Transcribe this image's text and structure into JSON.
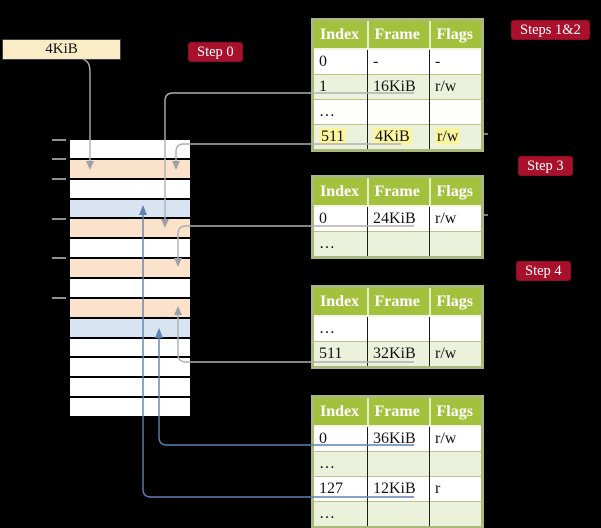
{
  "frame_size_label": "4KiB",
  "badges": {
    "step0": "Step 0",
    "steps12": "Steps 1&2",
    "step3": "Step 3",
    "step4": "Step 4"
  },
  "memory": {
    "rows": [
      {
        "row": 1,
        "color": "white"
      },
      {
        "row": 2,
        "color": "peach"
      },
      {
        "row": 3,
        "color": "white"
      },
      {
        "row": 4,
        "color": "blue"
      },
      {
        "row": 5,
        "color": "peach"
      },
      {
        "row": 6,
        "color": "white"
      },
      {
        "row": 7,
        "color": "peach"
      },
      {
        "row": 8,
        "color": "white"
      },
      {
        "row": 9,
        "color": "peach"
      },
      {
        "row": 10,
        "color": "blue"
      },
      {
        "row": 11,
        "color": "white"
      },
      {
        "row": 12,
        "color": "white"
      },
      {
        "row": 13,
        "color": "white"
      },
      {
        "row": 14,
        "color": "white"
      }
    ]
  },
  "tables": [
    {
      "id": "table-steps-1-2",
      "headers": [
        "Index",
        "Frame",
        "Flags"
      ],
      "rows": [
        {
          "index": "0",
          "frame": "-",
          "flags": "-",
          "shaded": false,
          "highlighted": false
        },
        {
          "index": "1",
          "frame": "16KiB",
          "flags": "r/w",
          "shaded": true,
          "highlighted": false
        },
        {
          "index": "…",
          "frame": "",
          "flags": "",
          "shaded": false,
          "highlighted": false
        },
        {
          "index": "511",
          "frame": "4KiB",
          "flags": "r/w",
          "shaded": true,
          "highlighted": true
        }
      ]
    },
    {
      "id": "table-step-3",
      "headers": [
        "Index",
        "Frame",
        "Flags"
      ],
      "rows": [
        {
          "index": "0",
          "frame": "24KiB",
          "flags": "r/w",
          "shaded": false,
          "highlighted": false
        },
        {
          "index": "…",
          "frame": "",
          "flags": "",
          "shaded": true,
          "highlighted": false
        }
      ]
    },
    {
      "id": "table-step-4",
      "headers": [
        "Index",
        "Frame",
        "Flags"
      ],
      "rows": [
        {
          "index": "…",
          "frame": "",
          "flags": "",
          "shaded": false,
          "highlighted": false
        },
        {
          "index": "511",
          "frame": "32KiB",
          "flags": "r/w",
          "shaded": true,
          "highlighted": false
        }
      ]
    },
    {
      "id": "table-bottom",
      "headers": [
        "Index",
        "Frame",
        "Flags"
      ],
      "rows": [
        {
          "index": "0",
          "frame": "36KiB",
          "flags": "r/w",
          "shaded": false,
          "highlighted": false
        },
        {
          "index": "…",
          "frame": "",
          "flags": "",
          "shaded": true,
          "highlighted": false
        },
        {
          "index": "127",
          "frame": "12KiB",
          "flags": "r",
          "shaded": false,
          "highlighted": false
        },
        {
          "index": "…",
          "frame": "",
          "flags": "",
          "shaded": true,
          "highlighted": false
        }
      ]
    }
  ],
  "connectors": [
    {
      "from": "frame-size-label-4kib",
      "to": "memory-row-2",
      "color": "gray",
      "direction": "down"
    },
    {
      "from": "table-steps-1-2-index-1-16kib",
      "to": "memory-row-5",
      "color": "gray",
      "direction": "down"
    },
    {
      "from": "table-steps-1-2-index-511-4kib",
      "to": "memory-row-2",
      "color": "gray",
      "direction": "down"
    },
    {
      "from": "table-step-3-index-0-24kib",
      "to": "memory-row-7",
      "color": "gray",
      "direction": "down"
    },
    {
      "from": "table-step-4-index-511-32kib",
      "to": "memory-row-9",
      "color": "gray",
      "direction": "up"
    },
    {
      "from": "table-bottom-index-0-36kib",
      "to": "memory-row-10",
      "color": "blue",
      "direction": "up"
    },
    {
      "from": "table-bottom-index-127-12kib",
      "to": "memory-row-4",
      "color": "blue",
      "direction": "up"
    }
  ],
  "colors": {
    "background": "#000000",
    "table_header_bg": "#A4C13E",
    "table_border": "#A9B87B",
    "table_row_shaded": "#EBF1DB",
    "highlight_yellow": "#FCF59F",
    "memory_frame_peach": "#FBE3CB",
    "memory_frame_blue": "#D8E4F2",
    "badge_red": "#A8102C",
    "frame_label_cream": "#FAECC7",
    "connector_gray": "#AFAFB4",
    "connector_blue": "#5E81B6"
  }
}
